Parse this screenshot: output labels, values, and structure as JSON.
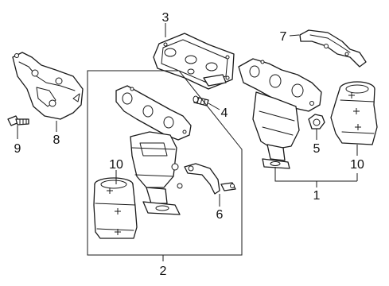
{
  "diagram": {
    "callouts": [
      "1",
      "2",
      "3",
      "4",
      "5",
      "6",
      "7",
      "8",
      "9",
      "10",
      "10"
    ]
  }
}
